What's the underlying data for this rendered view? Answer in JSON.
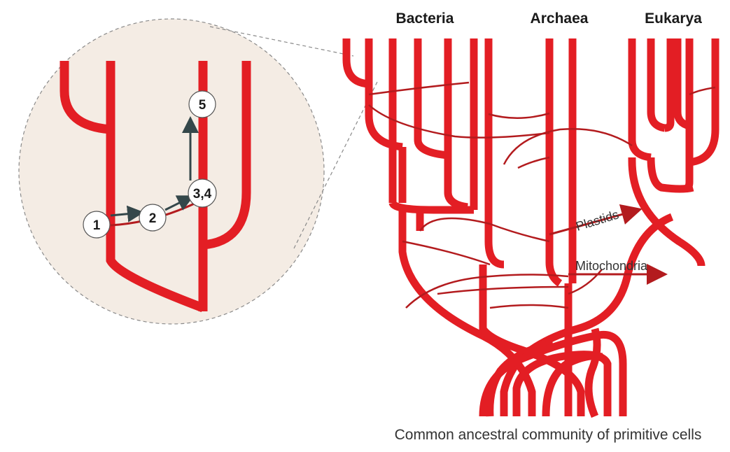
{
  "domains": [
    "Bacteria",
    "Archaea",
    "Eukarya"
  ],
  "transfers": [
    "Plastids",
    "Mitochondria"
  ],
  "caption": "Common ancestral community of primitive cells",
  "inset_nodes": [
    "1",
    "2",
    "3,4",
    "5"
  ],
  "colors": {
    "branch": "#e31e24",
    "transfer": "#b31b1e",
    "step_arrow": "#34474a",
    "inset_bg": "#f4ece4",
    "text": "#1a1a1a"
  }
}
